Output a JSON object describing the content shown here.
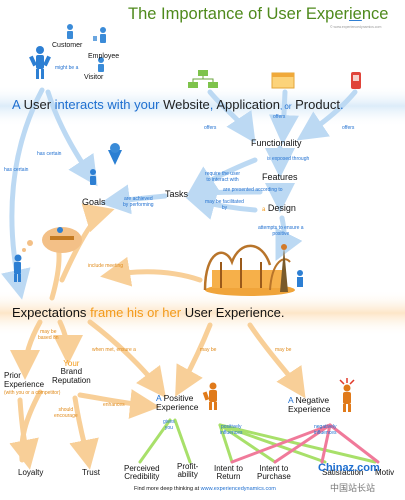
{
  "title": {
    "prefix": "The Importance of User Exper",
    "underlined": "ie",
    "suffix": "nce"
  },
  "credit": "© www.experiencedynamics.com",
  "actors": {
    "customer": "Customer",
    "employee": "Employee",
    "might_be": "might be a",
    "visitor": "Visitor"
  },
  "sentence": {
    "a": "A",
    "user": "User",
    "interacts": "interacts with  your",
    "website": "Website",
    "comma": ",",
    "application": "Application",
    "or": ", or",
    "product": "Product",
    "period": "."
  },
  "edges": {
    "has_certain_1": "has certain",
    "has_certain_2": "has certain",
    "offers_1": "offers",
    "offers_2": "offers",
    "offers_3": "offers",
    "exposed_through": "is exposed through",
    "require_user": "require the user\nto interact with",
    "presented_according": "are presented according to",
    "achieved_by": "are achieved\nby performing",
    "facilitated_by": "may be facilitated\nby",
    "ensure_positive": "attempts to ensure a\npositive",
    "include_meeting": "include meeting",
    "based_on": "may be\nbased on",
    "when_met": "when met, ensure a",
    "may_be_1": "may be",
    "may_be_2": "may be",
    "should_encourage": "should\nencourage",
    "enhances": "enhances",
    "gives_you": "gives\nyou",
    "positively": "positively\ninfluences",
    "negatively": "negatively\ninfluences"
  },
  "nodes": {
    "functionality": "Functionality",
    "features": "Features",
    "tasks": "Tasks",
    "goals": "Goals",
    "design_article": "a",
    "design": "Design"
  },
  "expect": {
    "a": "Expectations",
    "b": "frame his or her",
    "c": "User Experience."
  },
  "lower": {
    "prior_1": "Prior",
    "prior_2": "Experience",
    "prior_note": "(with you or a competitor)",
    "your": "Your",
    "brand": "Brand",
    "reputation": "Reputation",
    "pos_a": "A",
    "pos_word": "Positive",
    "experience1": "Experience",
    "neg_a": "A",
    "neg_word": "Negative",
    "experience2": "Experience"
  },
  "leaves": {
    "loyalty": "Loyalty",
    "trust": "Trust",
    "perceived": "Perceived",
    "credibility": "Credibility",
    "profit": "Profit-",
    "ability": "ability",
    "intent_to": "Intent to",
    "return": "Return",
    "purchase": "Purchase",
    "satisfaction": "Satisfaction",
    "motivation": "Motiv"
  },
  "footer": {
    "text": "Find more deep thinking at",
    "link": "www.experiencedynamics.com"
  },
  "watermark": {
    "logo": "Chinaz.com",
    "sub": "中国站长站"
  }
}
